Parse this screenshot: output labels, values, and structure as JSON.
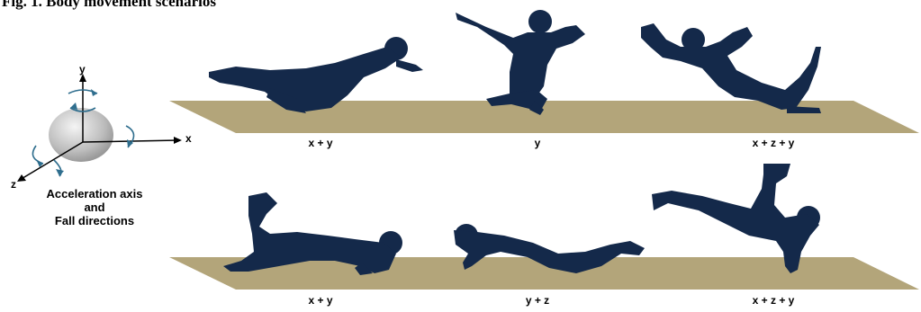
{
  "title": "Fig. 1. Body movement scenarios",
  "axis": {
    "x": "x",
    "y": "y",
    "z": "z",
    "caption_lines": [
      "Acceleration axis",
      "and",
      "Fall directions"
    ]
  },
  "rows": [
    {
      "labels": [
        "x + y",
        "y",
        "x + z + y"
      ]
    },
    {
      "labels": [
        "x + y",
        "y + z",
        "x + z + y"
      ]
    }
  ],
  "colors": {
    "floor": "#b3a57a",
    "figure": "#14294a",
    "sphere": "#c8c8c8",
    "arrow": "#2f6e8e"
  }
}
